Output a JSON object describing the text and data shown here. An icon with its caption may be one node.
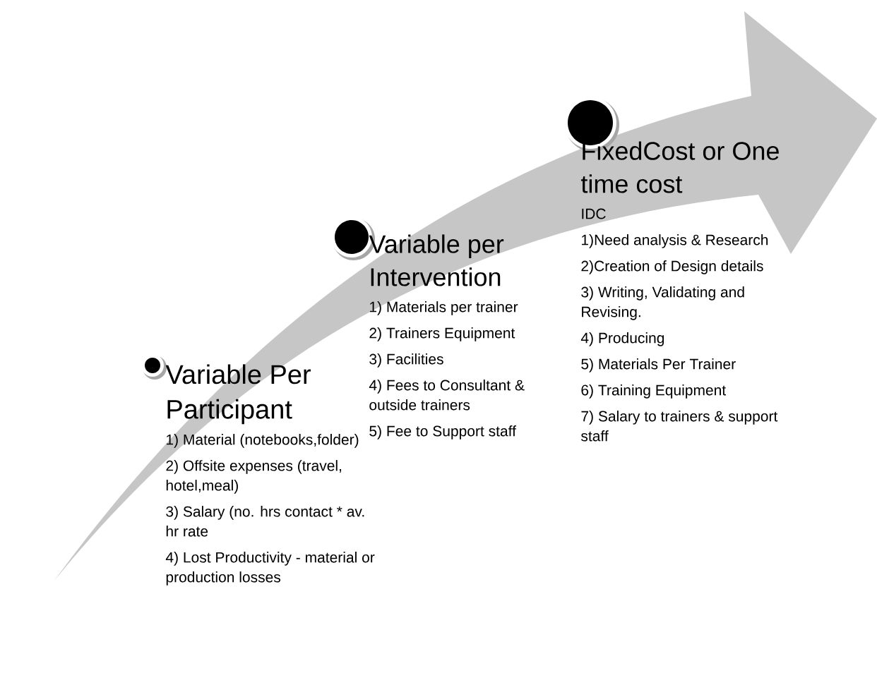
{
  "diagram": {
    "nodes": [
      {
        "text": [
          "Variable Per Participant",
          "1) Material (notebooks,folder)",
          "2) Offsite expenses (travel, hotel,meal)",
          "3) Salary (no. hrs contact * av. hr rate",
          "4) Lost Productivity - material or production losses"
        ]
      },
      {
        "text": [
          "Variable per Intervention",
          "1) Materials per trainer",
          "2) Trainers Equipment",
          "3)  Facilities",
          "4) Fees to Consultant & outside trainers",
          "5) Fee to Support staff"
        ]
      },
      {
        "text": [
          "FixedCost or One time cost",
          "IDC",
          "1)Need analysis & Research",
          "2)Creation of Design details",
          "3) Writing, Validating and Revising.",
          "4) Producing",
          "5) Materials Per Trainer",
          "6) Training Equipment",
          "7) Salary to trainers & support staff"
        ]
      }
    ]
  }
}
